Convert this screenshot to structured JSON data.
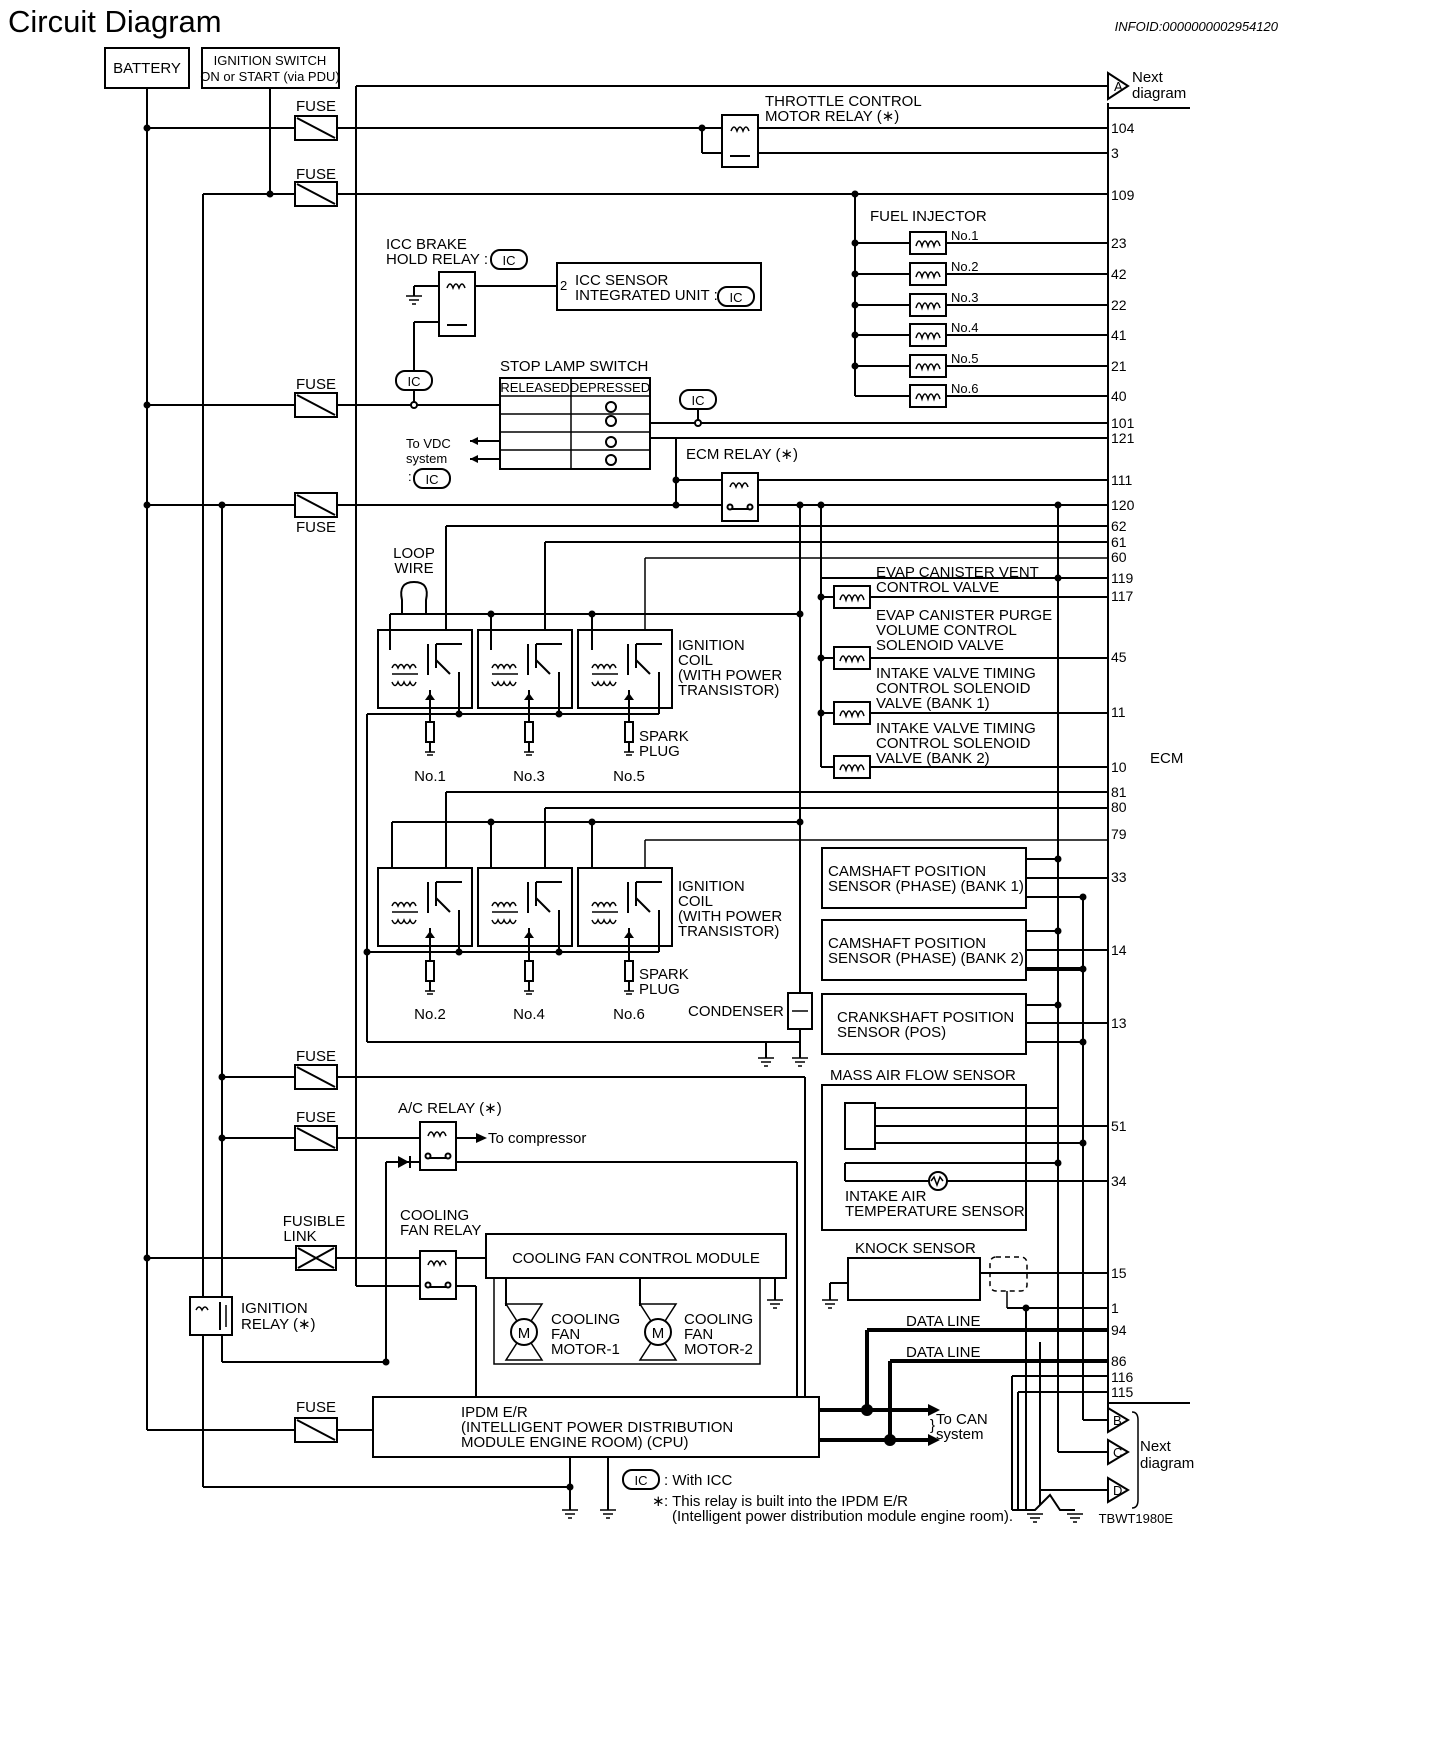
{
  "title": "Circuit Diagram",
  "info_id": "INFOID:0000000002954120",
  "figure_code": "TBWT1980E",
  "ecm_label": "ECM",
  "next_diagram": "Next diagram",
  "connectors": [
    "A",
    "B",
    "C",
    "D"
  ],
  "sources": {
    "battery": "BATTERY",
    "ignition_switch": [
      "IGNITION SWITCH",
      "ON or START (via PDU)"
    ]
  },
  "labels": {
    "fuse": "FUSE",
    "fusible_link": [
      "FUSIBLE",
      "LINK"
    ],
    "throttle_relay": [
      "THROTTLE CONTROL",
      "MOTOR RELAY (∗)"
    ],
    "fuel_injector": "FUEL INJECTOR",
    "injectors": [
      "No.1",
      "No.2",
      "No.3",
      "No.4",
      "No.5",
      "No.6"
    ],
    "icc_brake_relay": [
      "ICC BRAKE",
      "HOLD RELAY :"
    ],
    "icc_sensor": [
      "ICC SENSOR",
      "INTEGRATED UNIT :"
    ],
    "ic": "IC",
    "stop_lamp_switch": "STOP LAMP SWITCH",
    "released": "RELEASED",
    "depressed": "DEPRESSED",
    "to_vdc": [
      "To VDC",
      "system",
      ":"
    ],
    "ecm_relay": "ECM RELAY (∗)",
    "loop_wire": [
      "LOOP",
      "WIRE"
    ],
    "ignition_coil": [
      "IGNITION",
      "COIL",
      "(WITH POWER",
      "TRANSISTOR)"
    ],
    "spark_plug": [
      "SPARK",
      "PLUG"
    ],
    "plugs_top": [
      "No.1",
      "No.3",
      "No.5"
    ],
    "plugs_bottom": [
      "No.2",
      "No.4",
      "No.6"
    ],
    "evap_vent": [
      "EVAP CANISTER VENT",
      "CONTROL VALVE"
    ],
    "evap_purge": [
      "EVAP CANISTER PURGE",
      "VOLUME CONTROL",
      "SOLENOID VALVE"
    ],
    "ivt_bank1": [
      "INTAKE VALVE TIMING",
      "CONTROL SOLENOID",
      "VALVE (BANK 1)"
    ],
    "ivt_bank2": [
      "INTAKE VALVE TIMING",
      "CONTROL SOLENOID",
      "VALVE (BANK 2)"
    ],
    "cam_bank1": [
      "CAMSHAFT POSITION",
      "SENSOR (PHASE) (BANK 1)"
    ],
    "cam_bank2": [
      "CAMSHAFT POSITION",
      "SENSOR (PHASE) (BANK 2)"
    ],
    "crank": [
      "CRANKSHAFT POSITION",
      "SENSOR (POS)"
    ],
    "condenser": "CONDENSER",
    "maf": "MASS AIR FLOW SENSOR",
    "iat": [
      "INTAKE AIR",
      "TEMPERATURE SENSOR"
    ],
    "knock": "KNOCK SENSOR",
    "ac_relay": "A/C RELAY (∗)",
    "to_compressor": "To compressor",
    "cooling_fan_relay": [
      "COOLING",
      "FAN RELAY"
    ],
    "cooling_fan_module": "COOLING FAN CONTROL MODULE",
    "fan_motor_1": [
      "COOLING",
      "FAN",
      "MOTOR-1"
    ],
    "fan_motor_2": [
      "COOLING",
      "FAN",
      "MOTOR-2"
    ],
    "motor": "M",
    "ignition_relay": [
      "IGNITION",
      "RELAY (∗)"
    ],
    "data_line": "DATA LINE",
    "ipdm": [
      "IPDM E/R",
      "(INTELLIGENT POWER DISTRIBUTION",
      "MODULE ENGINE ROOM) (CPU)"
    ],
    "to_can": [
      "To CAN",
      "system"
    ]
  },
  "ecm_terminals": [
    "104",
    "3",
    "109",
    "23",
    "42",
    "22",
    "41",
    "21",
    "40",
    "101",
    "121",
    "111",
    "120",
    "62",
    "61",
    "60",
    "119",
    "117",
    "45",
    "11",
    "10",
    "81",
    "80",
    "79",
    "33",
    "14",
    "13",
    "51",
    "34",
    "15",
    "1",
    "94",
    "86",
    "116",
    "115"
  ],
  "legend": {
    "with_icc": ": With ICC",
    "star": "∗",
    "note": [
      ": This relay is built into the IPDM E/R",
      "(Intelligent power distribution module engine room)."
    ]
  }
}
